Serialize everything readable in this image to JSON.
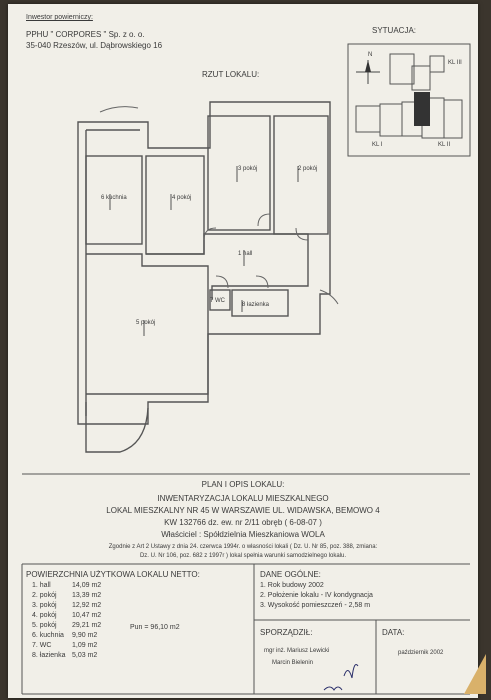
{
  "investor": {
    "heading": "Inwestor powierniczy:",
    "line1": "PPHU \" CORPORES \" Sp. z o. o.",
    "line2": "35-040 Rzeszów, ul. Dąbrowskiego 16"
  },
  "situation": {
    "heading": "SYTUACJA:",
    "north": "N",
    "label_kl3": "KL III",
    "label_kl1": "KL I",
    "label_kl2": "KL II"
  },
  "plan": {
    "heading": "RZUT LOKALU:",
    "rooms": {
      "r1": "1 hall",
      "r2": "2 pokój",
      "r3": "3 pokój",
      "r4": "4 pokój",
      "r5": "5 pokój",
      "r6": "6 kuchnia",
      "r7": "7 WC",
      "r8": "8 łazienka"
    }
  },
  "description": {
    "title": "PLAN I OPIS LOKALU:",
    "line1": "INWENTARYZACJA LOKALU MIESZKALNEGO",
    "line2": "LOKAL MIESZKALNY NR 45 W WARSZAWIE UL. WIDAWSKA, BEMOWO 4",
    "kw_line": "KW 132766  dz. ew. nr   2/11   obręb     ( 6-08-07 )",
    "owner": "Właściciel : Spółdzielnia Mieszkaniowa WOLA"
  },
  "legal": {
    "line1": "Zgodnie z Art 2 Ustawy z dnia 24. czerwca 1994r. o własności lokali ( Dz. U. Nr 85, poz. 388, zmiana:",
    "line2": "Dz. U. Nr 106, poz. 682 z 1997r ) lokal spełnia warunki samodzielnego lokalu."
  },
  "area": {
    "heading": "POWIERZCHNIA UŻYTKOWA LOKALU NETTO:",
    "rows": [
      {
        "name": "1. hall",
        "value": "14,09 m2"
      },
      {
        "name": "2. pokój",
        "value": "13,39 m2"
      },
      {
        "name": "3. pokój",
        "value": "12,92 m2"
      },
      {
        "name": "4. pokój",
        "value": "10,47 m2"
      },
      {
        "name": "5. pokój",
        "value": "29,21 m2"
      },
      {
        "name": "6. kuchnia",
        "value": "9,90 m2"
      },
      {
        "name": "7. WC",
        "value": "1,09 m2"
      },
      {
        "name": "8. łazienka",
        "value": "5,03 m2"
      }
    ],
    "total": "Pun = 96,10 m2"
  },
  "general": {
    "heading": "DANE OGÓLNE:",
    "item1": "1. Rok budowy 2002",
    "item2": "2. Położenie lokalu - IV kondygnacja",
    "item3": "3. Wysokość pomieszczeń - 2,58 m"
  },
  "signatures": {
    "heading": "SPORZĄDZIŁ:",
    "person1": "mgr inż. Mariusz Lewicki",
    "person2": "Marcin Bielenin"
  },
  "date": {
    "heading": "DATA:",
    "value": "październik 2002"
  }
}
